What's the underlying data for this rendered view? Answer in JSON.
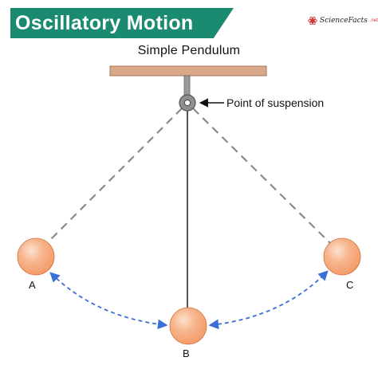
{
  "header": {
    "title": "Oscillatory Motion",
    "subtitle": "Simple Pendulum"
  },
  "brand": {
    "name": "ScienceFacts",
    "tld": ".net"
  },
  "labels": {
    "suspension": "Point of suspension",
    "position_a": "A",
    "position_b": "B",
    "position_c": "C"
  },
  "icons": {
    "pivot": "pivot-circle-icon",
    "pointer": "left-arrow-icon",
    "brand": "sciencefacts-logo-icon"
  },
  "colors": {
    "title_bg": "#1a8a71",
    "support_beam": "#d9a98a",
    "support_beam_edge": "#a3745c",
    "bob": "#f39a67",
    "bob_highlight": "#fde1cf",
    "bob_edge": "#cf6e3c",
    "string": "#555555",
    "dashed_path": "#8a8a8a",
    "swing_arrow": "#3b6fd6"
  }
}
